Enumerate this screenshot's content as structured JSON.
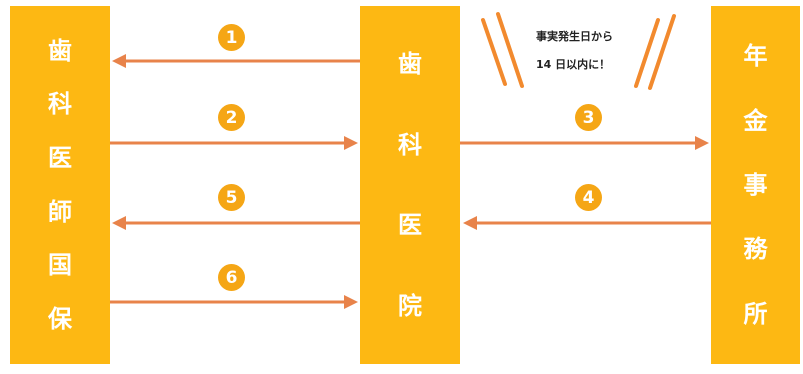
{
  "left_box": {
    "chars": [
      "歯",
      "科",
      "医",
      "師",
      "国",
      "保"
    ]
  },
  "center_box": {
    "chars": [
      "歯",
      "科",
      "医",
      "院"
    ]
  },
  "right_box": {
    "chars": [
      "年",
      "金",
      "事",
      "務",
      "所"
    ]
  },
  "steps": [
    "1",
    "2",
    "3",
    "4",
    "5",
    "6"
  ],
  "note": {
    "line1": "事実発生日から",
    "line2": "14 日以内に！"
  },
  "colors": {
    "box": "#FDB813",
    "arrow": "#E8834A",
    "step": "#F5A615",
    "accent_lines": "#F28A2E"
  }
}
